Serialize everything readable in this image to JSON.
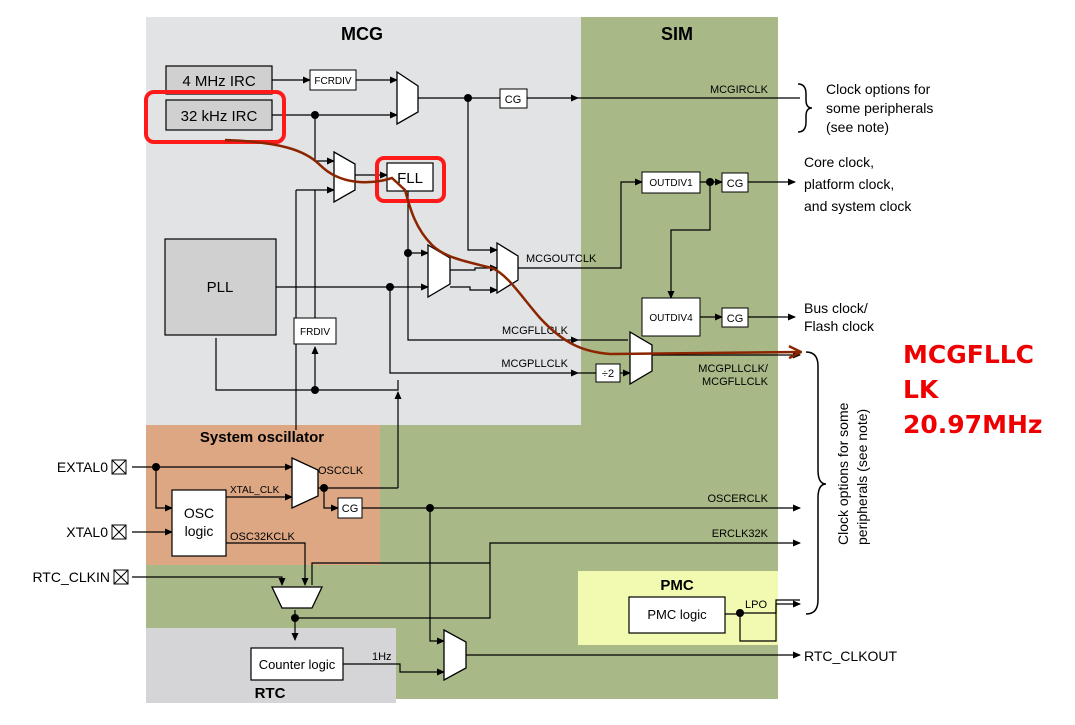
{
  "regions": {
    "mcg": "MCG",
    "sim": "SIM",
    "system_oscillator": "System oscillator",
    "pmc": "PMC",
    "rtc": "RTC"
  },
  "blocks": {
    "irc_4mhz": "4 MHz IRC",
    "irc_32khz": "32 kHz IRC",
    "fcrdiv": "FCRDIV",
    "fll": "FLL",
    "pll": "PLL",
    "frdiv": "FRDIV",
    "osc_logic_1": "OSC",
    "osc_logic_2": "logic",
    "outdiv1": "OUTDIV1",
    "outdiv4": "OUTDIV4",
    "cg": "CG",
    "div2": "÷2",
    "pmc_logic": "PMC logic",
    "counter_logic": "Counter logic"
  },
  "signals": {
    "mcgirclk": "MCGIRCLK",
    "mcgoutclk": "MCGOUTCLK",
    "mcgfllclk": "MCGFLLCLK",
    "mcgpllclk": "MCGPLLCLK",
    "mcgpll_fll_1": "MCGPLLCLK/",
    "mcgpll_fll_2": "MCGFLLCLK",
    "oscclk": "OSCCLK",
    "xtal_clk": "XTAL_CLK",
    "osc32kclk": "OSC32KCLK",
    "oscerclk": "OSCERCLK",
    "erclk32k": "ERCLK32K",
    "lpo": "LPO",
    "one_hz": "1Hz"
  },
  "pins": {
    "extal0": "EXTAL0",
    "xtal0": "XTAL0",
    "rtc_clkin": "RTC_CLKIN"
  },
  "outputs": {
    "irclk_opts": [
      "Clock options for",
      "some peripherals",
      "(see note)"
    ],
    "core": [
      "Core clock,",
      "platform clock,",
      "and system clock"
    ],
    "bus": [
      "Bus clock/",
      "Flash clock"
    ],
    "rtc_clkout": "RTC_CLKOUT",
    "peripheral_opts": [
      "Clock options for some",
      "peripherals (see note)"
    ]
  },
  "annotation": [
    "MCGFLLC",
    "LK",
    "20.97MHz"
  ],
  "colors": {
    "mcg_bg": "#e2e3e4",
    "sim_bg": "#a8b987",
    "osc_bg": "#dda784",
    "pmc_bg": "#f2f9b1",
    "rtc_bg": "#d5d5d7",
    "block_gray": "#d0d0d0",
    "highlight": "#ff1a1a",
    "path": "#8b2500",
    "annotation": "#ee0000"
  }
}
